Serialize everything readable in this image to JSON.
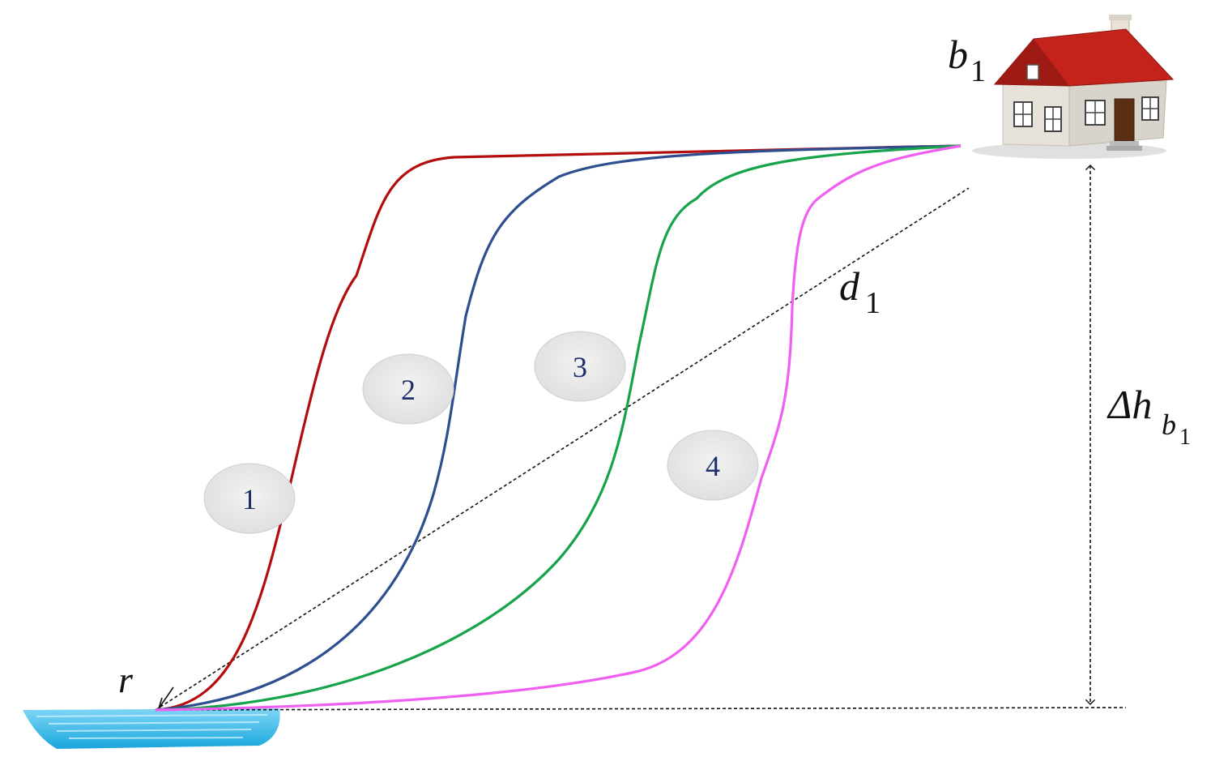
{
  "labels": {
    "house": {
      "main": "b",
      "sub": "1"
    },
    "distance": {
      "main": "d",
      "sub": "1"
    },
    "river": {
      "main": "r"
    },
    "height": {
      "main": "Δh",
      "sub": "b",
      "subsub": "1"
    }
  },
  "paths": [
    {
      "id": "1",
      "color": "#b30d0d"
    },
    {
      "id": "2",
      "color": "#2e4f8f"
    },
    {
      "id": "3",
      "color": "#17a34a"
    },
    {
      "id": "4",
      "color": "#f05ff0"
    }
  ],
  "badges": [
    "1",
    "2",
    "3",
    "4"
  ],
  "colors": {
    "water": "#3db7e6",
    "house_roof": "#c0201a",
    "house_wall": "#ece9e2",
    "house_door": "#5a2f14",
    "dashed_line": "#111111"
  }
}
